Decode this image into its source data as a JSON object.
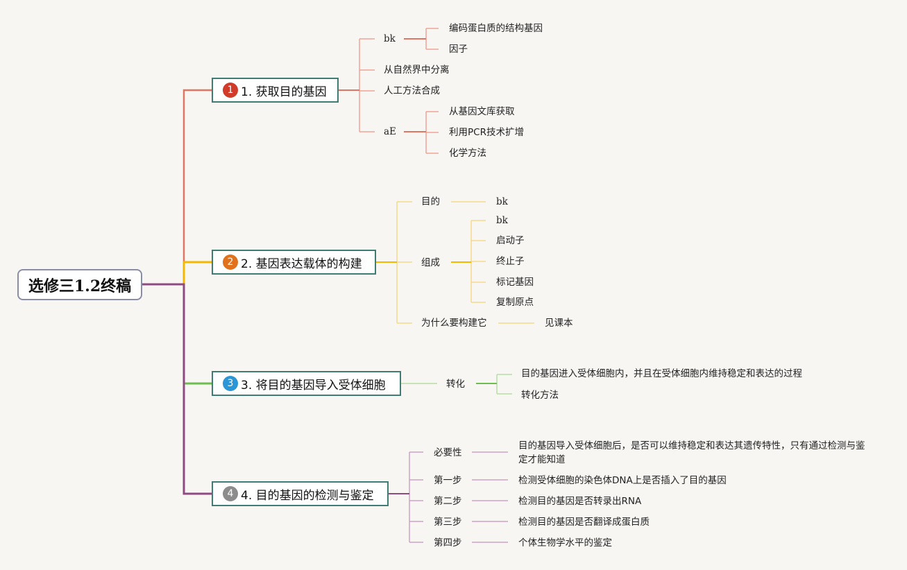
{
  "root": {
    "label": "选修三1.2终稿"
  },
  "topics": [
    {
      "number": "1",
      "label": "1. 获取目的基因",
      "color": "#d13b2a",
      "children": [
        {
          "label": "bk",
          "children": [
            "编码蛋白质的结构基因",
            "因子"
          ]
        },
        {
          "label": "从自然界中分离"
        },
        {
          "label": "人工方法合成"
        },
        {
          "label": "aE",
          "children": [
            "从基因文库获取",
            "利用PCR技术扩增",
            "化学方法"
          ]
        }
      ]
    },
    {
      "number": "2",
      "label": "2. 基因表达载体的构建",
      "color": "#e2711d",
      "children": [
        {
          "label": "目的",
          "children": [
            "bk"
          ]
        },
        {
          "label": "组成",
          "children": [
            "bk",
            "启动子",
            "终止子",
            "标记基因",
            "复制原点"
          ]
        },
        {
          "label": "为什么要构建它",
          "children": [
            "见课本"
          ]
        }
      ]
    },
    {
      "number": "3",
      "label": "3. 将目的基因导入受体细胞",
      "color": "#2b95d6",
      "children": [
        {
          "label": "转化",
          "children": [
            "目的基因进入受体细胞内，并且在受体细胞内维持稳定和表达的过程",
            "转化方法"
          ]
        }
      ]
    },
    {
      "number": "4",
      "label": "4. 目的基因的检测与鉴定",
      "color": "#8c8c8c",
      "children": [
        {
          "label": "必要性",
          "children": [
            "目的基因导入受体细胞后，是否可以维持稳定和表达其遗传特性，只有通过检测与鉴定才能知道"
          ]
        },
        {
          "label": "第一步",
          "children": [
            "检测受体细胞的染色体DNA上是否插入了目的基因"
          ]
        },
        {
          "label": "第二步",
          "children": [
            "检测目的基因是否转录出RNA"
          ]
        },
        {
          "label": "第三步",
          "children": [
            "检测目的基因是否翻译成蛋白质"
          ]
        },
        {
          "label": "第四步",
          "children": [
            "个体生物学水平的鉴定"
          ]
        }
      ]
    }
  ],
  "branch_colors": {
    "topic1": "#e07563",
    "topic2": "#f5b800",
    "topic3": "#6cbf4e",
    "topic4": "#8f4a82"
  }
}
